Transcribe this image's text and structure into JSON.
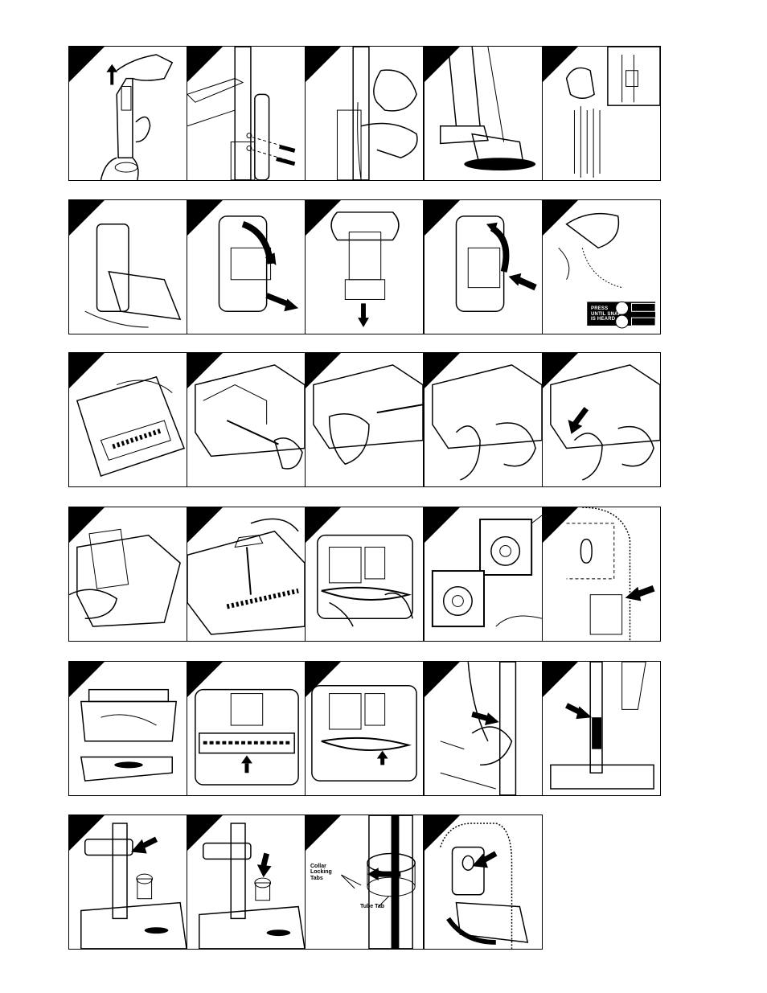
{
  "illustration": {
    "press_label_lines": [
      "PRESS",
      "UNTIL SNAP",
      "IS HEARD"
    ],
    "collar_label_lines": [
      "Collar",
      "Locking",
      "Tabs"
    ],
    "tube_tab_label": "Tube Tab"
  }
}
